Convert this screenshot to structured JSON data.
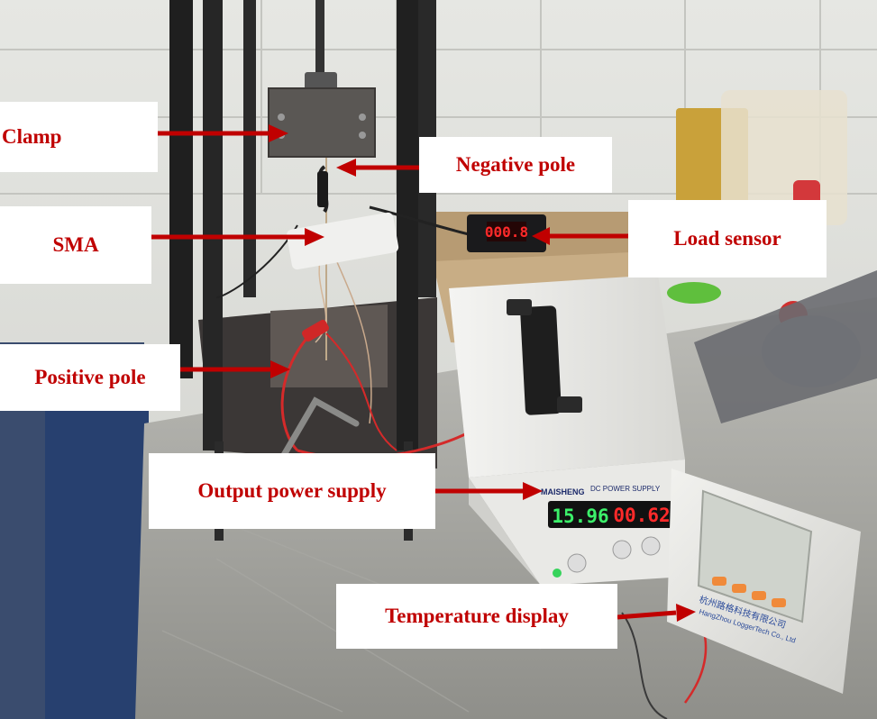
{
  "annotations": {
    "clamp": "Clamp",
    "negative_pole": "Negative pole",
    "sma": "SMA",
    "load_sensor": "Load sensor",
    "positive_pole": "Positive pole",
    "output_power_supply": "Output power supply",
    "temperature_display": "Temperature display"
  },
  "devices": {
    "load_sensor_reading": "000.8",
    "supply_voltage_reading": "15.96",
    "supply_current_reading": "00.62",
    "supply_brand": "MAISHENG",
    "supply_model_text": "DC POWER SUPPLY",
    "logger_brand_cn": "杭州路格科技有限公司",
    "logger_brand_en": "HangZhou LoggerTech Co., Ltd"
  },
  "colors": {
    "annotation_text": "#c00000",
    "arrow": "#c00000",
    "label_background": "#ffffff"
  }
}
